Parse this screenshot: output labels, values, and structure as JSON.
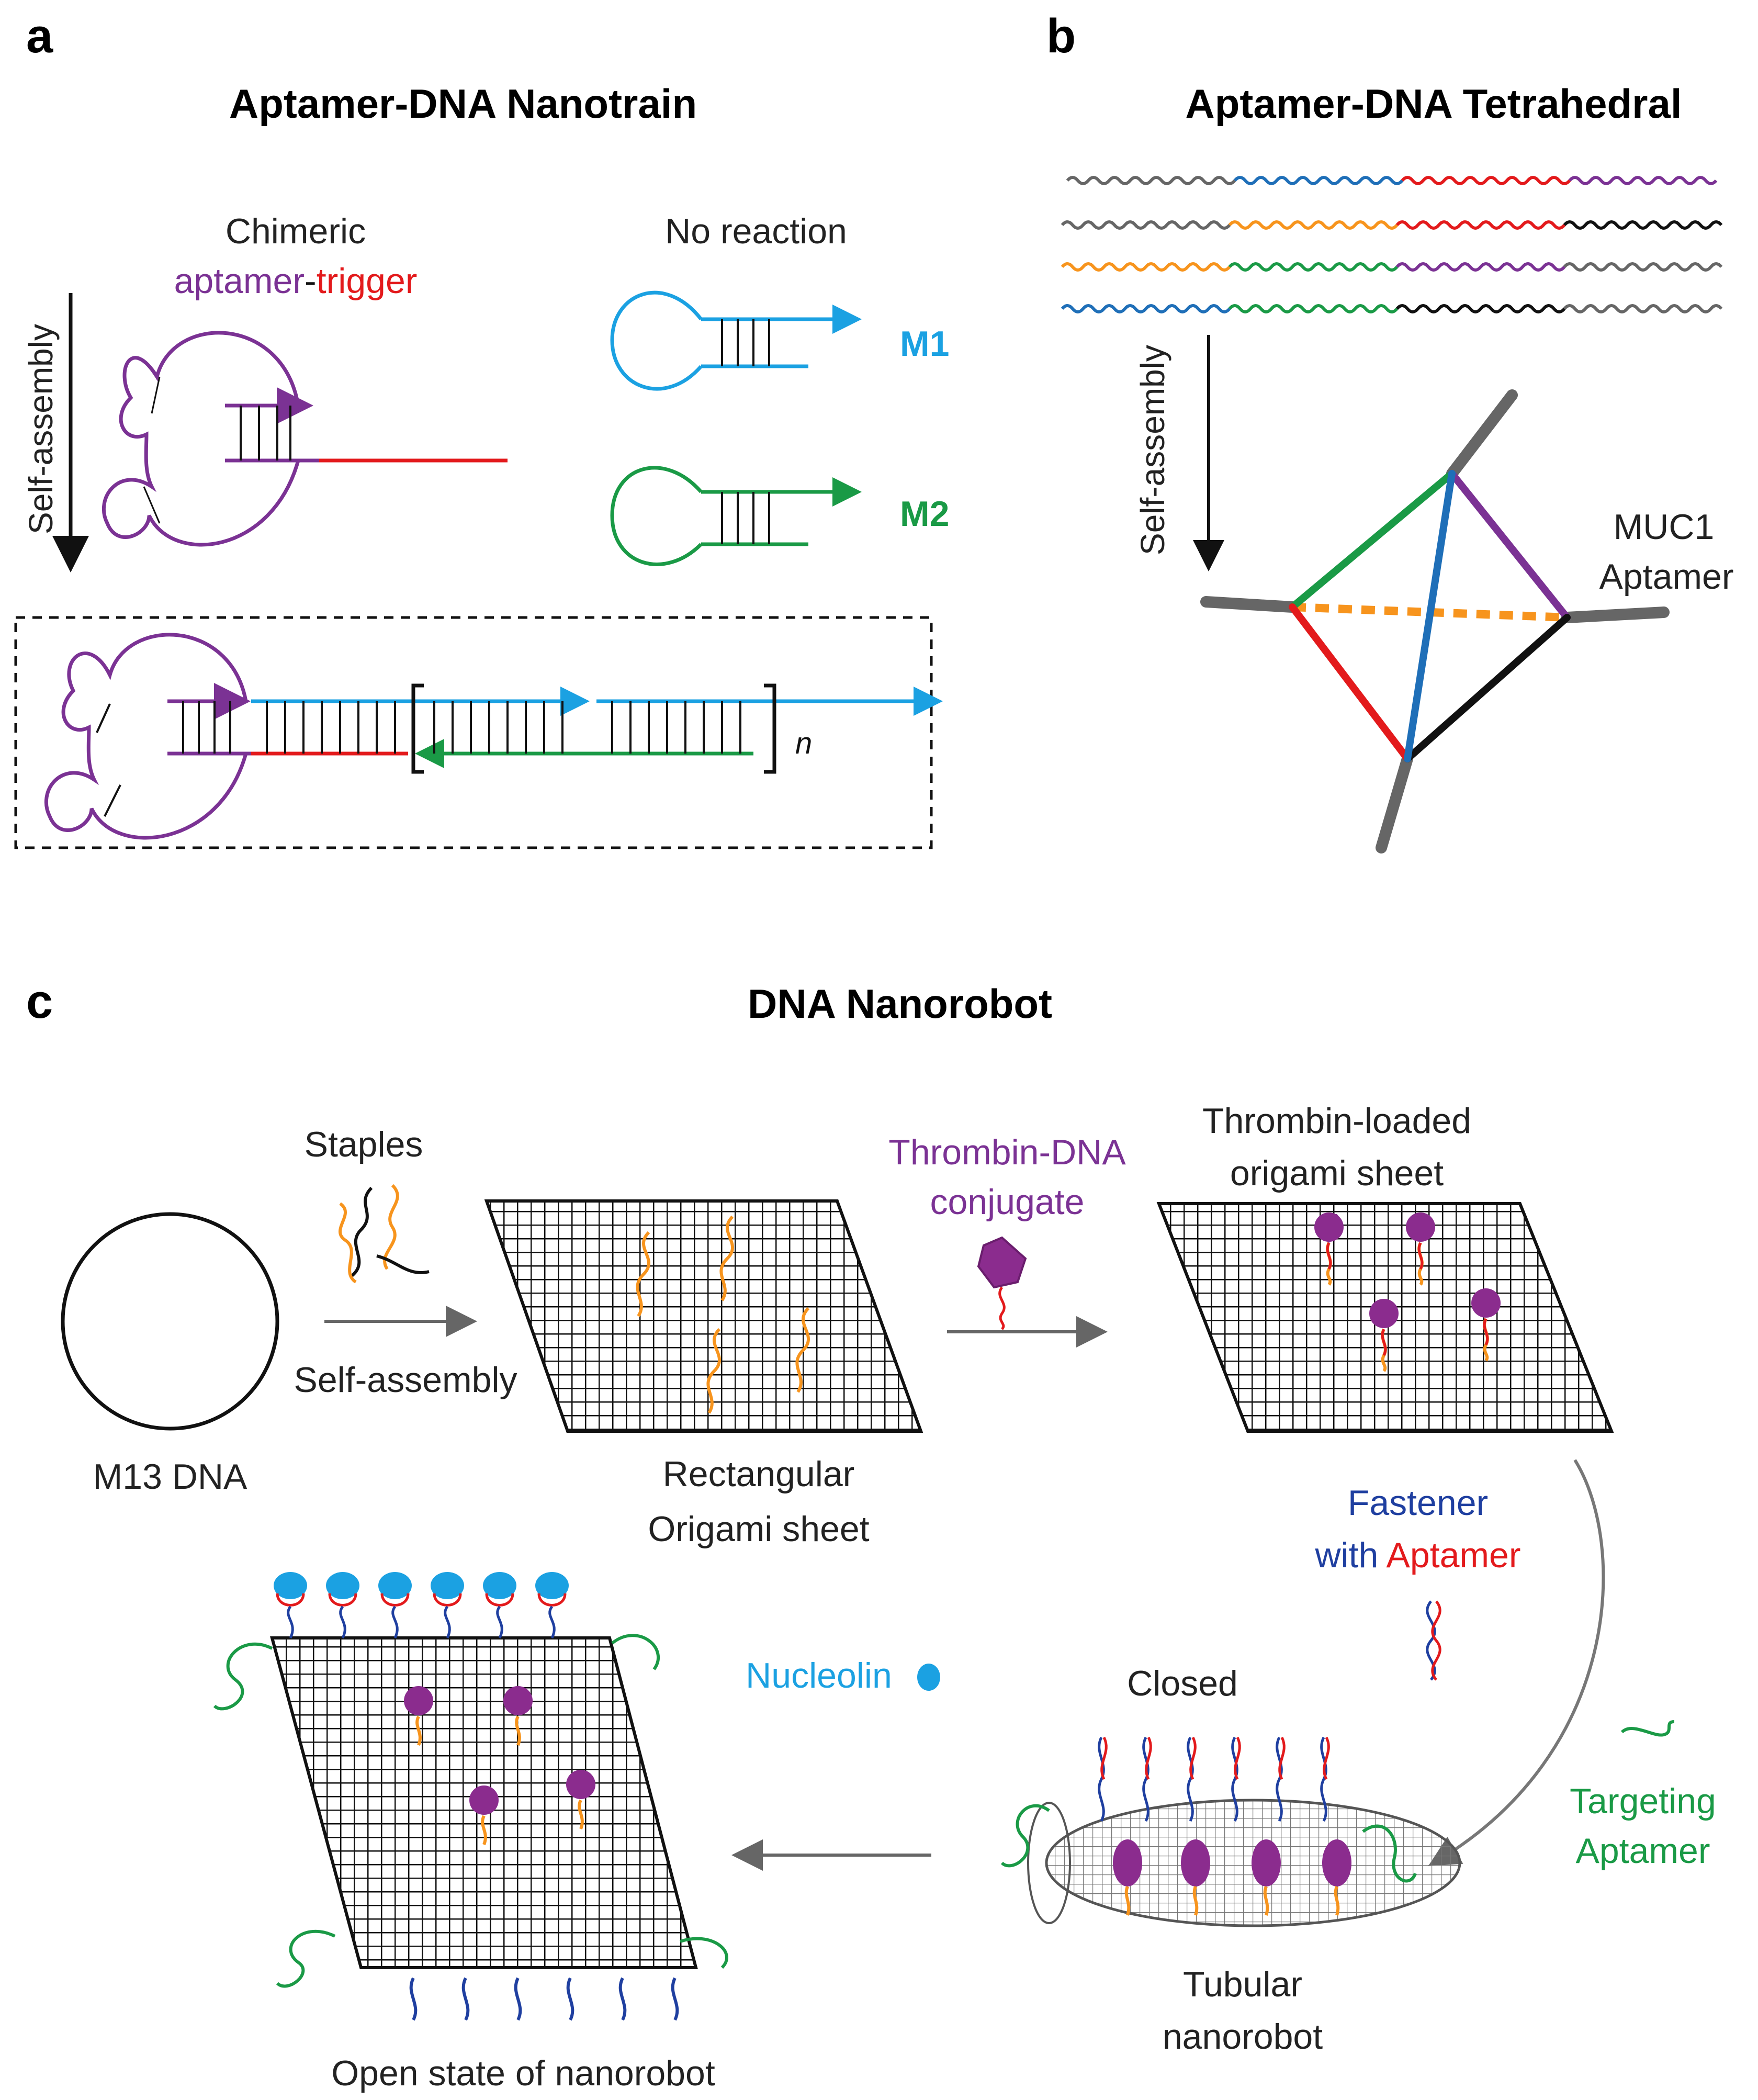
{
  "panel_a": {
    "letter": "a",
    "title": "Aptamer-DNA Nanotrain",
    "chimeric_line1": "Chimeric",
    "chimeric_aptamer": "aptamer",
    "chimeric_dash": "-",
    "chimeric_trigger": "trigger",
    "no_reaction": "No reaction",
    "m1": "M1",
    "m2": "M2",
    "self_assembly": "Self-assembly",
    "repeat_n": "n"
  },
  "panel_b": {
    "letter": "b",
    "title": "Aptamer-DNA Tetrahedral",
    "self_assembly": "Self-assembly",
    "muc1_line1": "MUC1",
    "muc1_line2": "Aptamer"
  },
  "panel_c": {
    "letter": "c",
    "title": "DNA Nanorobot",
    "staples": "Staples",
    "self_assembly": "Self-assembly",
    "m13": "M13 DNA",
    "rect_line1": "Rectangular",
    "rect_line2": "Origami sheet",
    "thrombin_line1": "Thrombin-DNA",
    "thrombin_line2": "conjugate",
    "loaded_line1": "Thrombin-loaded",
    "loaded_line2": "origami sheet",
    "fastener_line1": "Fastener",
    "fastener_with": "with",
    "fastener_aptamer": "Aptamer",
    "closed": "Closed",
    "targeting_line1": "Targeting",
    "targeting_line2": "Aptamer",
    "tubular_line1": "Tubular",
    "tubular_line2": "nanorobot",
    "nucleolin": "Nucleolin",
    "open_state": "Open state of nanorobot"
  },
  "colors": {
    "purple": "#7b3294",
    "red": "#e31a1c",
    "cyan": "#1ba1e2",
    "green": "#1a9a46",
    "blue": "#1f3fa0",
    "orange": "#f7941d",
    "gray": "#666666",
    "black": "#111111",
    "tetra_blue": "#1f6fb8"
  }
}
